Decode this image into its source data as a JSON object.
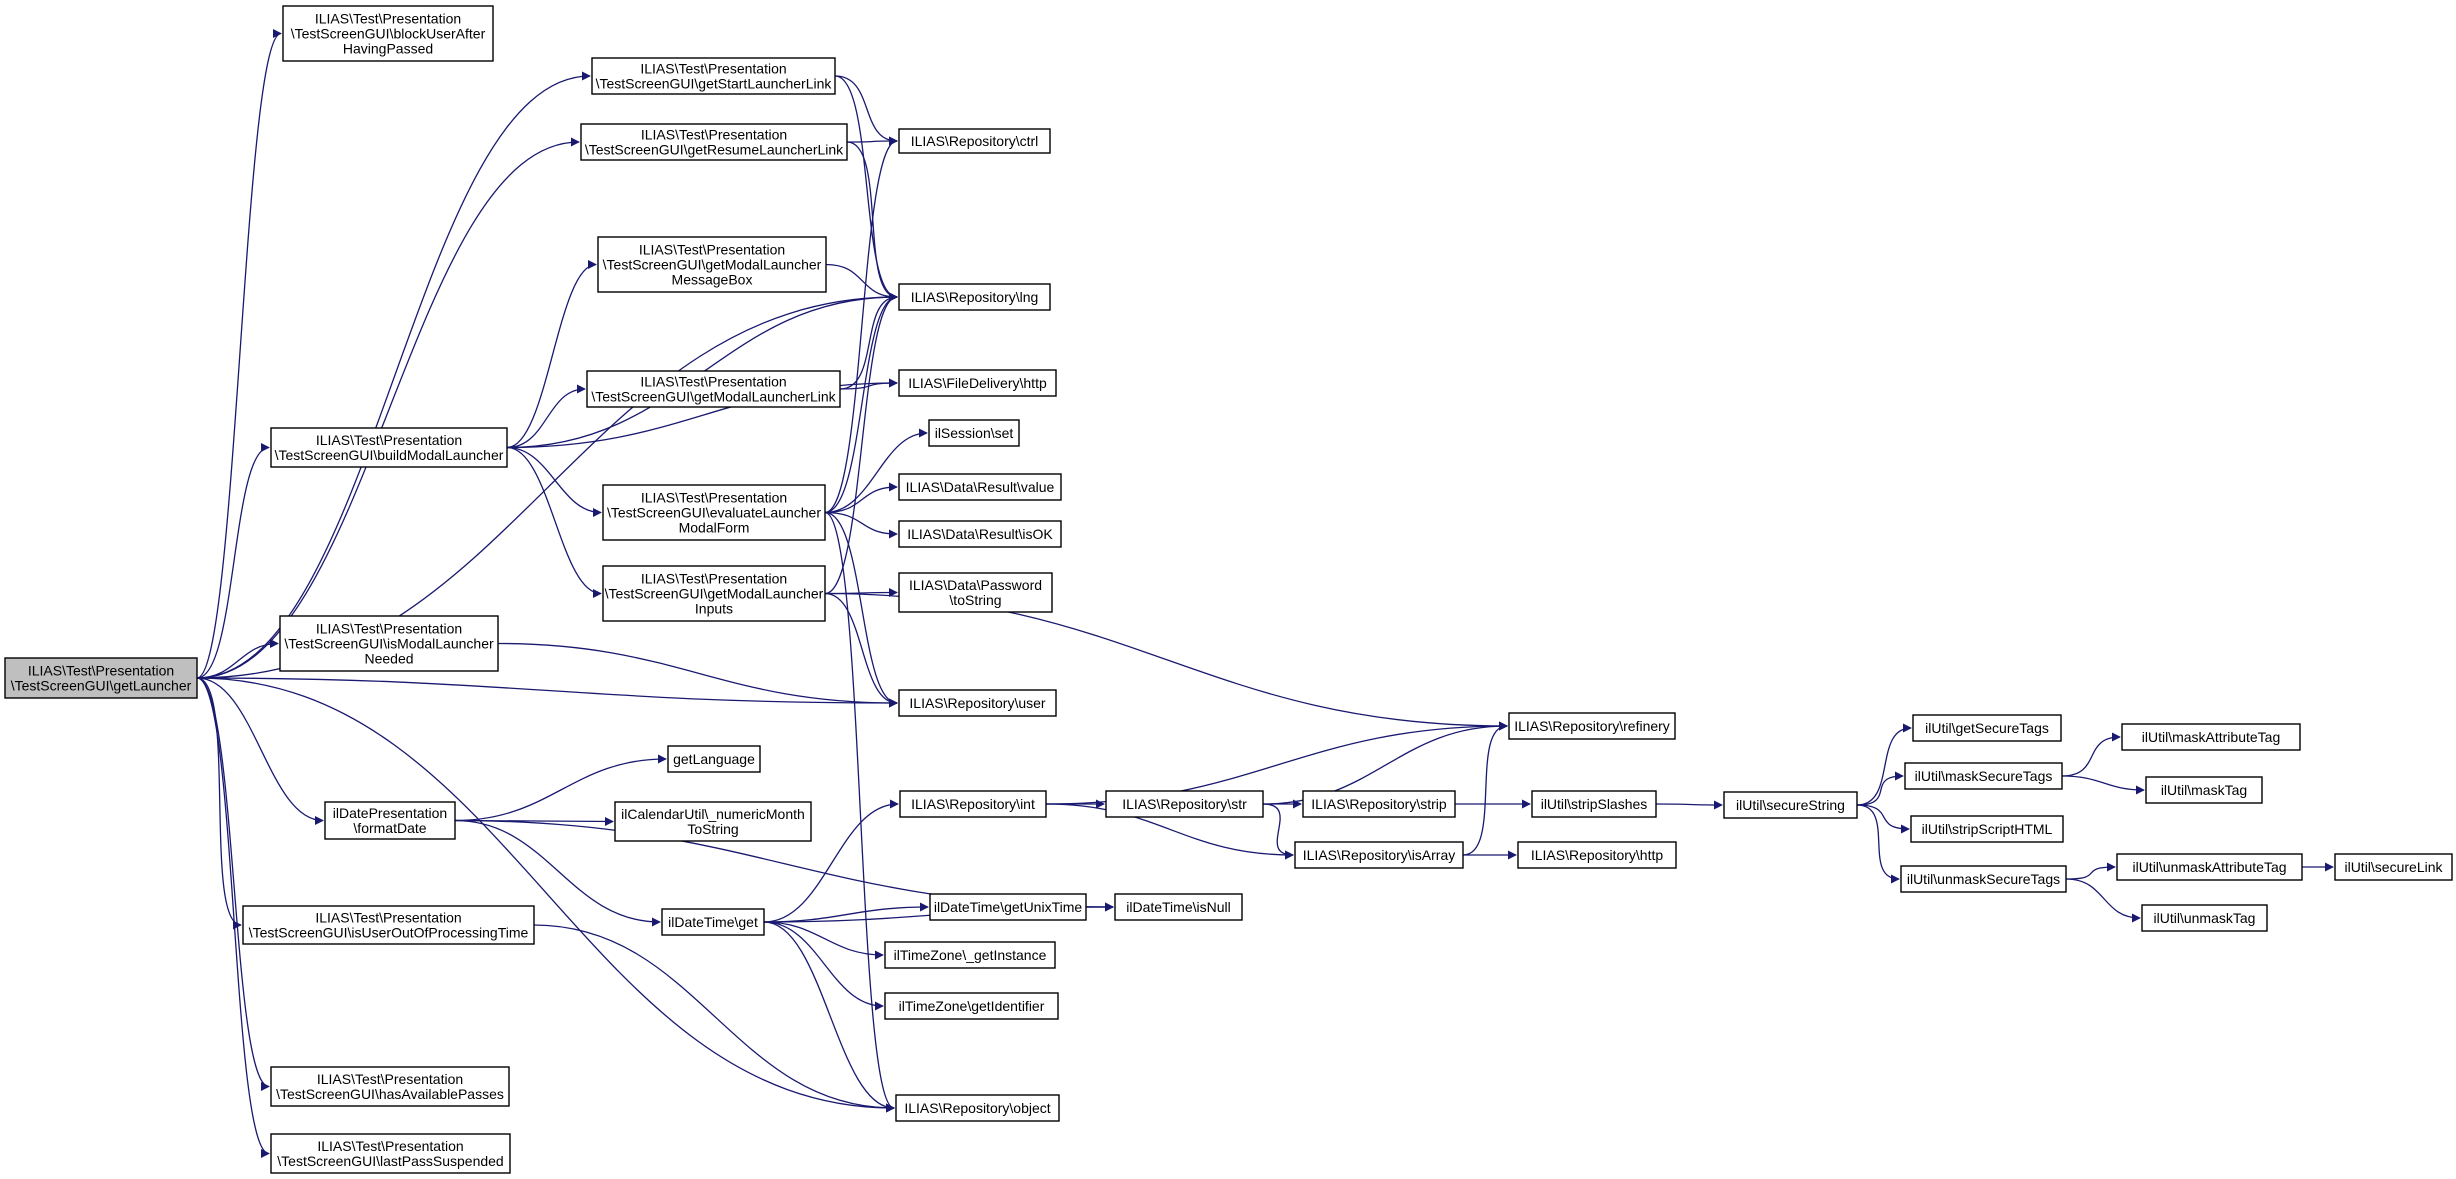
{
  "colors": {
    "edge": "#191970",
    "node_border": "#000000",
    "root_fill": "#bfbfbf",
    "node_fill": "#ffffff"
  },
  "nodes": {
    "getLauncher": [
      "ILIAS\\Test\\Presentation",
      "\\TestScreenGUI\\getLauncher"
    ],
    "blockUserAfterHavingPassed": [
      "ILIAS\\Test\\Presentation",
      "\\TestScreenGUI\\blockUserAfter",
      "HavingPassed"
    ],
    "getStartLauncherLink": [
      "ILIAS\\Test\\Presentation",
      "\\TestScreenGUI\\getStartLauncherLink"
    ],
    "getResumeLauncherLink": [
      "ILIAS\\Test\\Presentation",
      "\\TestScreenGUI\\getResumeLauncherLink"
    ],
    "getModalLauncherMessageBox": [
      "ILIAS\\Test\\Presentation",
      "\\TestScreenGUI\\getModalLauncher",
      "MessageBox"
    ],
    "getModalLauncherLink": [
      "ILIAS\\Test\\Presentation",
      "\\TestScreenGUI\\getModalLauncherLink"
    ],
    "buildModalLauncher": [
      "ILIAS\\Test\\Presentation",
      "\\TestScreenGUI\\buildModalLauncher"
    ],
    "evaluateLauncherModalForm": [
      "ILIAS\\Test\\Presentation",
      "\\TestScreenGUI\\evaluateLauncher",
      "ModalForm"
    ],
    "getModalLauncherInputs": [
      "ILIAS\\Test\\Presentation",
      "\\TestScreenGUI\\getModalLauncher",
      "Inputs"
    ],
    "isModalLauncherNeeded": [
      "ILIAS\\Test\\Presentation",
      "\\TestScreenGUI\\isModalLauncher",
      "Needed"
    ],
    "formatDate": [
      "ilDatePresentation",
      "\\formatDate"
    ],
    "isUserOutOfProcessingTime": [
      "ILIAS\\Test\\Presentation",
      "\\TestScreenGUI\\isUserOutOfProcessingTime"
    ],
    "hasAvailablePasses": [
      "ILIAS\\Test\\Presentation",
      "\\TestScreenGUI\\hasAvailablePasses"
    ],
    "lastPassSuspended": [
      "ILIAS\\Test\\Presentation",
      "\\TestScreenGUI\\lastPassSuspended"
    ],
    "ctrl": [
      "ILIAS\\Repository\\ctrl"
    ],
    "lng": [
      "ILIAS\\Repository\\lng"
    ],
    "fileHttp": [
      "ILIAS\\FileDelivery\\http"
    ],
    "sessionSet": [
      "ilSession\\set"
    ],
    "resultValue": [
      "ILIAS\\Data\\Result\\value"
    ],
    "resultIsOK": [
      "ILIAS\\Data\\Result\\isOK"
    ],
    "passwordToString": [
      "ILIAS\\Data\\Password",
      "\\toString"
    ],
    "user": [
      "ILIAS\\Repository\\user"
    ],
    "getLanguage": [
      "getLanguage"
    ],
    "numericMonth": [
      "ilCalendarUtil\\_numericMonth",
      "ToString"
    ],
    "dateTimeGet": [
      "ilDateTime\\get"
    ],
    "repoInt": [
      "ILIAS\\Repository\\int"
    ],
    "getUnixTime": [
      "ilDateTime\\getUnixTime"
    ],
    "tzGetInstance": [
      "ilTimeZone\\_getInstance"
    ],
    "tzGetIdentifier": [
      "ilTimeZone\\getIdentifier"
    ],
    "isNull": [
      "ilDateTime\\isNull"
    ],
    "object": [
      "ILIAS\\Repository\\object"
    ],
    "refinery": [
      "ILIAS\\Repository\\refinery"
    ],
    "repoStr": [
      "ILIAS\\Repository\\str"
    ],
    "repoStrip": [
      "ILIAS\\Repository\\strip"
    ],
    "isArray": [
      "ILIAS\\Repository\\isArray"
    ],
    "repoHttp": [
      "ILIAS\\Repository\\http"
    ],
    "stripSlashes": [
      "ilUtil\\stripSlashes"
    ],
    "secureString": [
      "ilUtil\\secureString"
    ],
    "getSecureTags": [
      "ilUtil\\getSecureTags"
    ],
    "maskSecureTags": [
      "ilUtil\\maskSecureTags"
    ],
    "stripScriptHTML": [
      "ilUtil\\stripScriptHTML"
    ],
    "unmaskSecureTags": [
      "ilUtil\\unmaskSecureTags"
    ],
    "maskAttributeTag": [
      "ilUtil\\maskAttributeTag"
    ],
    "maskTag": [
      "ilUtil\\maskTag"
    ],
    "unmaskAttributeTag": [
      "ilUtil\\unmaskAttributeTag"
    ],
    "unmaskTag": [
      "ilUtil\\unmaskTag"
    ],
    "secureLink": [
      "ilUtil\\secureLink"
    ]
  },
  "edges": [
    [
      "getLauncher",
      "blockUserAfterHavingPassed"
    ],
    [
      "getLauncher",
      "getStartLauncherLink"
    ],
    [
      "getLauncher",
      "getResumeLauncherLink"
    ],
    [
      "getLauncher",
      "lng"
    ],
    [
      "getLauncher",
      "buildModalLauncher"
    ],
    [
      "getLauncher",
      "isModalLauncherNeeded"
    ],
    [
      "getLauncher",
      "user"
    ],
    [
      "getLauncher",
      "formatDate"
    ],
    [
      "getLauncher",
      "isUserOutOfProcessingTime"
    ],
    [
      "getLauncher",
      "object"
    ],
    [
      "getLauncher",
      "hasAvailablePasses"
    ],
    [
      "getLauncher",
      "lastPassSuspended"
    ],
    [
      "getStartLauncherLink",
      "ctrl"
    ],
    [
      "getStartLauncherLink",
      "lng"
    ],
    [
      "getResumeLauncherLink",
      "ctrl"
    ],
    [
      "getResumeLauncherLink",
      "lng"
    ],
    [
      "buildModalLauncher",
      "getModalLauncherMessageBox"
    ],
    [
      "buildModalLauncher",
      "lng"
    ],
    [
      "buildModalLauncher",
      "getModalLauncherLink"
    ],
    [
      "buildModalLauncher",
      "fileHttp"
    ],
    [
      "buildModalLauncher",
      "evaluateLauncherModalForm"
    ],
    [
      "buildModalLauncher",
      "getModalLauncherInputs"
    ],
    [
      "getModalLauncherMessageBox",
      "lng"
    ],
    [
      "getModalLauncherLink",
      "lng"
    ],
    [
      "getModalLauncherLink",
      "fileHttp"
    ],
    [
      "evaluateLauncherModalForm",
      "ctrl"
    ],
    [
      "evaluateLauncherModalForm",
      "lng"
    ],
    [
      "evaluateLauncherModalForm",
      "sessionSet"
    ],
    [
      "evaluateLauncherModalForm",
      "resultValue"
    ],
    [
      "evaluateLauncherModalForm",
      "resultIsOK"
    ],
    [
      "evaluateLauncherModalForm",
      "user"
    ],
    [
      "evaluateLauncherModalForm",
      "object"
    ],
    [
      "getModalLauncherInputs",
      "lng"
    ],
    [
      "getModalLauncherInputs",
      "passwordToString"
    ],
    [
      "getModalLauncherInputs",
      "user"
    ],
    [
      "getModalLauncherInputs",
      "refinery"
    ],
    [
      "isModalLauncherNeeded",
      "user"
    ],
    [
      "formatDate",
      "getLanguage"
    ],
    [
      "formatDate",
      "numericMonth"
    ],
    [
      "formatDate",
      "dateTimeGet"
    ],
    [
      "formatDate",
      "isNull"
    ],
    [
      "isUserOutOfProcessingTime",
      "object"
    ],
    [
      "dateTimeGet",
      "repoInt"
    ],
    [
      "dateTimeGet",
      "getUnixTime"
    ],
    [
      "dateTimeGet",
      "tzGetInstance"
    ],
    [
      "dateTimeGet",
      "tzGetIdentifier"
    ],
    [
      "dateTimeGet",
      "isNull"
    ],
    [
      "dateTimeGet",
      "object"
    ],
    [
      "getUnixTime",
      "isNull"
    ],
    [
      "repoInt",
      "refinery"
    ],
    [
      "repoInt",
      "repoStr"
    ],
    [
      "repoInt",
      "isArray"
    ],
    [
      "repoStr",
      "refinery"
    ],
    [
      "repoStr",
      "repoStrip"
    ],
    [
      "repoStr",
      "isArray"
    ],
    [
      "repoStrip",
      "stripSlashes"
    ],
    [
      "isArray",
      "refinery"
    ],
    [
      "isArray",
      "repoHttp"
    ],
    [
      "stripSlashes",
      "secureString"
    ],
    [
      "secureString",
      "getSecureTags"
    ],
    [
      "secureString",
      "maskSecureTags"
    ],
    [
      "secureString",
      "stripScriptHTML"
    ],
    [
      "secureString",
      "unmaskSecureTags"
    ],
    [
      "maskSecureTags",
      "maskAttributeTag"
    ],
    [
      "maskSecureTags",
      "maskTag"
    ],
    [
      "unmaskSecureTags",
      "unmaskAttributeTag"
    ],
    [
      "unmaskSecureTags",
      "unmaskTag"
    ],
    [
      "unmaskAttributeTag",
      "secureLink"
    ]
  ]
}
